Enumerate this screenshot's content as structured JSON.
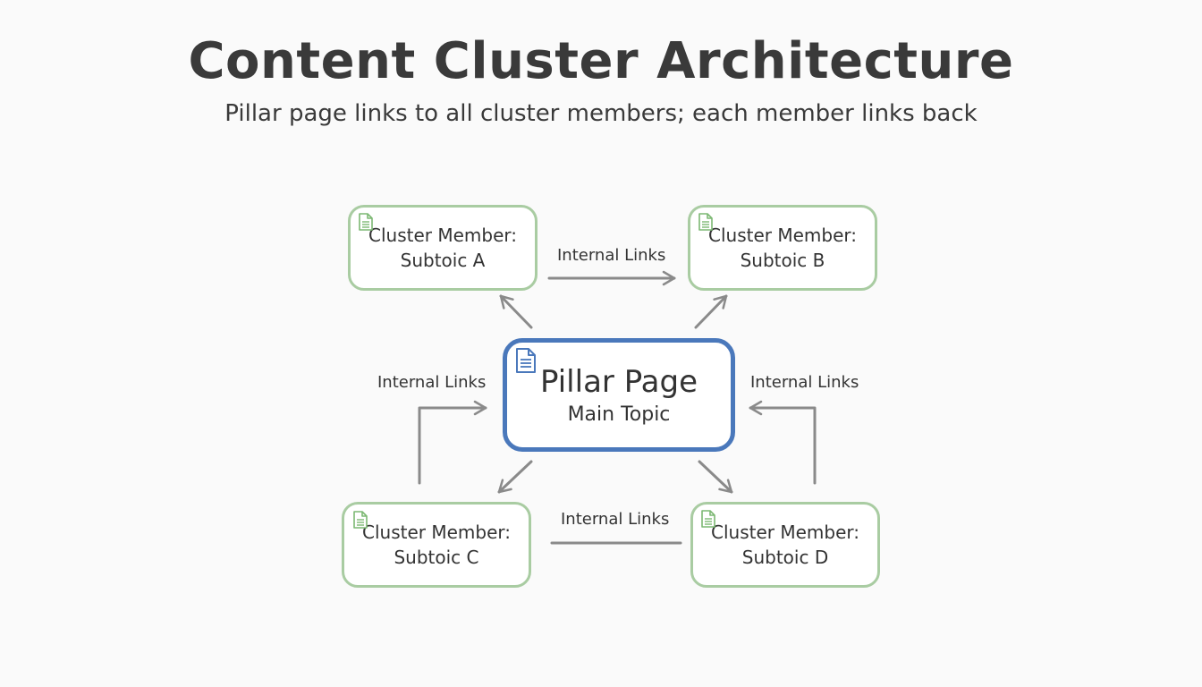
{
  "title": "Content Cluster Architecture",
  "subtitle": "Pillar page links to all cluster members; each member links back",
  "pillar": {
    "title": "Pillar Page",
    "subtitle": "Main Topic",
    "icon": "document-icon"
  },
  "clusters": {
    "a": {
      "line1": "Cluster Member:",
      "line2": "Subtoic A",
      "icon": "document-icon"
    },
    "b": {
      "line1": "Cluster Member:",
      "line2": "Subtoic B",
      "icon": "document-icon"
    },
    "c": {
      "line1": "Cluster Member:",
      "line2": "Subtoic C",
      "icon": "document-icon"
    },
    "d": {
      "line1": "Cluster Member:",
      "line2": "Subtoic D",
      "icon": "document-icon"
    }
  },
  "link_labels": {
    "top": "Internal Links",
    "left": "Internal Links",
    "right": "Internal Links",
    "bottom": "Internal Links"
  },
  "colors": {
    "pillar_border": "#4a78bb",
    "cluster_border": "#a9cca2",
    "arrow": "#8a8a8a",
    "text": "#333333"
  }
}
